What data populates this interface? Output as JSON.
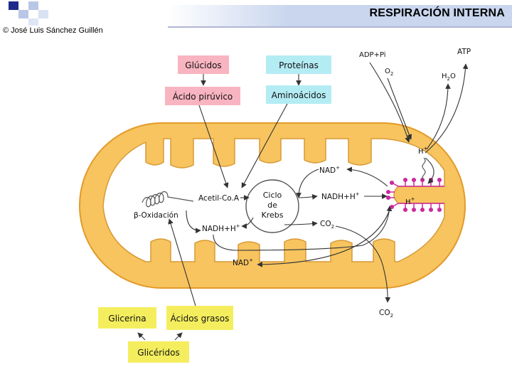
{
  "header": {
    "title": "RESPIRACIÓN INTERNA",
    "credit": "© José Luis Sánchez Guillén"
  },
  "colors": {
    "accent_blue": "#1f2a8c",
    "header_gradient": "#c9d6ee",
    "matrix_orange": "#f7c45f",
    "membrane_outline": "#e39a2a",
    "pink_box": "#f8b4c0",
    "cyan_box": "#b4ecf4",
    "yellow_box": "#f4ee5e",
    "atp_synthase": "#cc2a9c"
  },
  "labels": {
    "glucidos": "Glúcidos",
    "proteinas": "Proteínas",
    "acido_piruvico": "Ácido pirúvico",
    "aminoacidos": "Aminoácidos",
    "glicerina": "Glicerina",
    "acidos_grasos": "Ácidos grasos",
    "gliceridos": "Glicéridos",
    "acetil_coa": "Acetil-Co.A",
    "beta_oxidacion": "β-Oxidación",
    "ciclo": "Ciclo",
    "de": "de",
    "krebs": "Krebs",
    "nad_top": "NAD",
    "nad_top_sup": "+",
    "nadh_right": "NADH+H",
    "nadh_right_sup": "+",
    "co2_inner": "CO",
    "co2_inner_sub": "2",
    "nadh_left": "NADH+H",
    "nadh_left_sup": "+",
    "nad_bottom": "NAD",
    "nad_bottom_sup": "+",
    "adp_pi": "ADP+Pi",
    "atp": "ATP",
    "o2": "O",
    "o2_sub": "2",
    "h2o_h": "H",
    "h2o_sub": "2",
    "h2o_o": "O",
    "h_plus_top": "H",
    "h_plus_top_sup": "+",
    "h_plus_inner": "H",
    "h_plus_inner_sup": "+",
    "co2_out": "CO",
    "co2_out_sub": "2"
  }
}
